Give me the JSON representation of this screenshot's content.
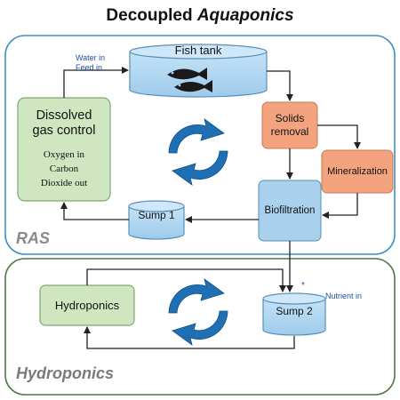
{
  "title": {
    "main": "Decoupled",
    "italic": "Aquaponics"
  },
  "sections": {
    "ras": "RAS",
    "hydroponics": "Hydroponics"
  },
  "nodes": {
    "fish_tank": "Fish tank",
    "solids_removal": "Solids\nremoval",
    "mineralization": "Mineralization",
    "biofiltration": "Biofiltration",
    "sump1": "Sump 1",
    "sump2": "Sump 2",
    "dissolved_title": "Dissolved\ngas control",
    "dissolved_sub": "Oxygen in\nCarbon\nDioxide out",
    "hydroponics_box": "Hydroponics"
  },
  "annotations": {
    "water_in": "Water in",
    "feed_in": "Feed in",
    "nutrient_in": "Nutrient in",
    "asterisk": "*"
  },
  "colors": {
    "ras_border": "#3d8fc7",
    "hydro_border": "#4d7a45",
    "blue_fill": "#a9d1ee",
    "blue_stroke": "#5a8fb8",
    "salmon_fill": "#f3a47e",
    "green_fill": "#cfe6c0",
    "green_stroke": "#7fa873",
    "cycle_arrow": "#1f6fb4"
  },
  "icons": [
    "fish-icon",
    "cycle-arrows-icon"
  ]
}
